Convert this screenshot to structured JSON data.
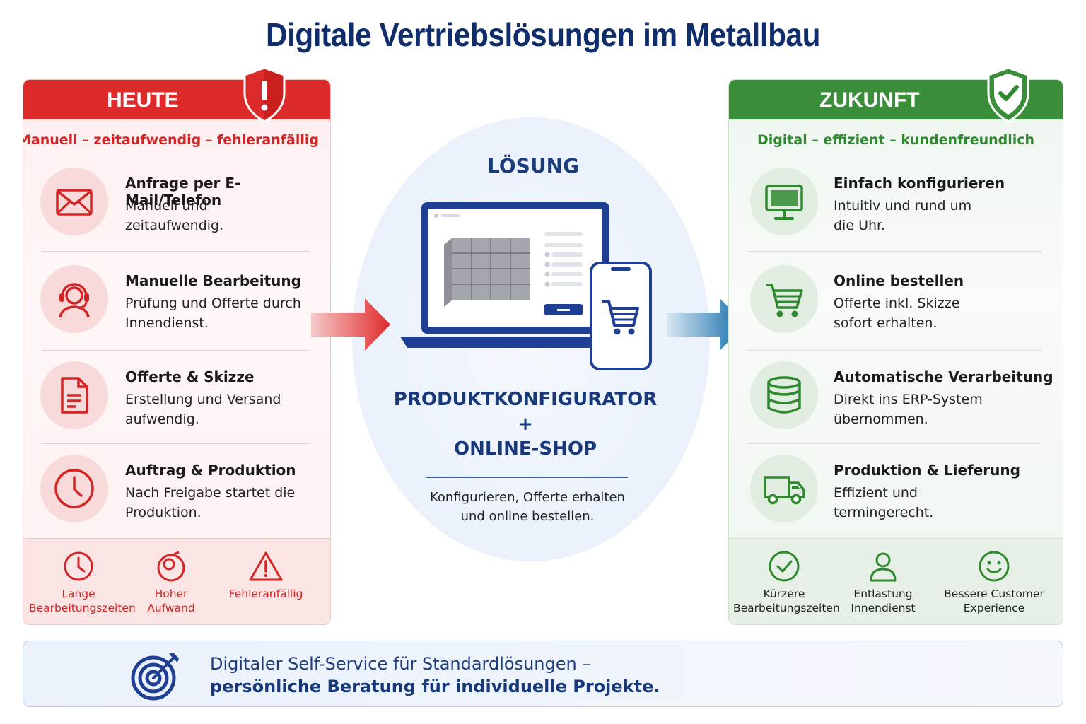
{
  "title": "Digitale Vertriebslösungen im Metallbau",
  "today": {
    "label": "HEUTE",
    "subtitle": "Manuell – zeitaufwendig – fehleranfällig",
    "items": [
      {
        "icon": "mail-icon",
        "heading": "Anfrage per E-Mail/Telefon",
        "text": "Manuell und zeitaufwendig."
      },
      {
        "icon": "headset-icon",
        "heading": "Manuelle Bearbeitung",
        "text": "Prüfung und Offerte durch Innendienst."
      },
      {
        "icon": "document-icon",
        "heading": "Offerte & Skizze",
        "text": "Erstellung und Versand aufwendig."
      },
      {
        "icon": "clock-icon",
        "heading": "Auftrag & Produktion",
        "text": "Nach Freigabe startet die Produktion."
      }
    ],
    "footer": [
      {
        "icon": "clock-icon",
        "line1": "Lange",
        "line2": "Bearbeitungszeiten"
      },
      {
        "icon": "effort-icon",
        "line1": "Hoher",
        "line2": "Aufwand"
      },
      {
        "icon": "warning-icon",
        "line1": "Fehleranfällig",
        "line2": ""
      }
    ],
    "color": "#dd2a2a"
  },
  "solution": {
    "label": "LÖSUNG",
    "line1": "PRODUKTKONFIGURATOR",
    "plus": "+",
    "line2": "ONLINE-SHOP",
    "desc_line1": "Konfigurieren, Offerte erhalten",
    "desc_line2": "und online bestellen."
  },
  "future": {
    "label": "ZUKUNFT",
    "subtitle": "Digital – effizient – kundenfreundlich",
    "items": [
      {
        "icon": "monitor-icon",
        "heading": "Einfach konfigurieren",
        "text": "Intuitiv und rund um die Uhr."
      },
      {
        "icon": "cart-icon",
        "heading": "Online bestellen",
        "text": "Offerte inkl. Skizze sofort erhalten."
      },
      {
        "icon": "database-icon",
        "heading": "Automatische Verarbeitung",
        "text": "Direkt ins ERP-System übernommen."
      },
      {
        "icon": "truck-icon",
        "heading": "Produktion & Lieferung",
        "text": "Effizient und termingerecht."
      }
    ],
    "footer": [
      {
        "icon": "check-circle-icon",
        "line1": "Kürzere",
        "line2": "Bearbeitungszeiten"
      },
      {
        "icon": "user-icon",
        "line1": "Entlastung",
        "line2": "Innendienst"
      },
      {
        "icon": "smiley-icon",
        "line1": "Bessere Customer",
        "line2": "Experience"
      }
    ],
    "color": "#3a8e3a"
  },
  "banner": {
    "line1": "Digitaler Self-Service für Standardlösungen –",
    "line2": "persönliche Beratung für individuelle Projekte."
  }
}
